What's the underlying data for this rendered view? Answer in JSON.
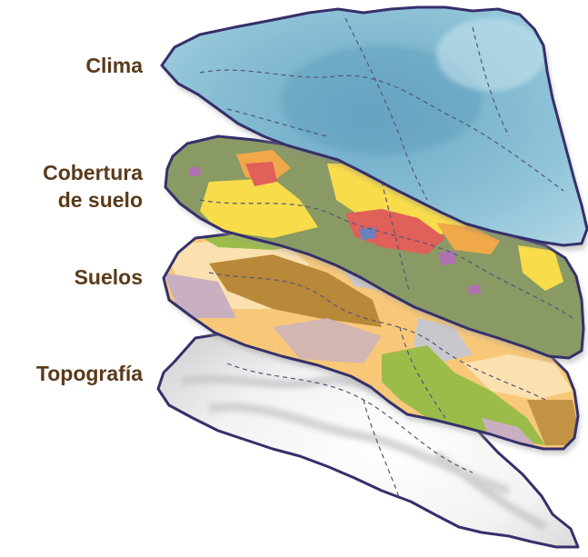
{
  "colors": {
    "label_text": "#5a3a1a",
    "outline": "#35306b",
    "climate_blue": "#8fc3d8",
    "climate_blue_dark": "#6aa8c4",
    "forest_green": "#8a9a64",
    "bright_yellow": "#f9dc4a",
    "orange": "#f0a848",
    "red": "#e0605a",
    "lime_green": "#9cbc4a",
    "tan": "#f8c878",
    "brown": "#b9893a",
    "mauve": "#c9b0c0",
    "pale_peach": "#fbe1b0",
    "gray": "#c8c8cc",
    "terrain_white": "#f4f4f4",
    "terrain_shadow": "#cfcfcf"
  },
  "layers": [
    {
      "id": "clima",
      "lines": [
        "Clima"
      ]
    },
    {
      "id": "cobertura",
      "lines": [
        "Cobertura",
        "de suelo"
      ]
    },
    {
      "id": "suelos",
      "lines": [
        "Suelos"
      ]
    },
    {
      "id": "topografia",
      "lines": [
        "Topografía"
      ]
    }
  ]
}
